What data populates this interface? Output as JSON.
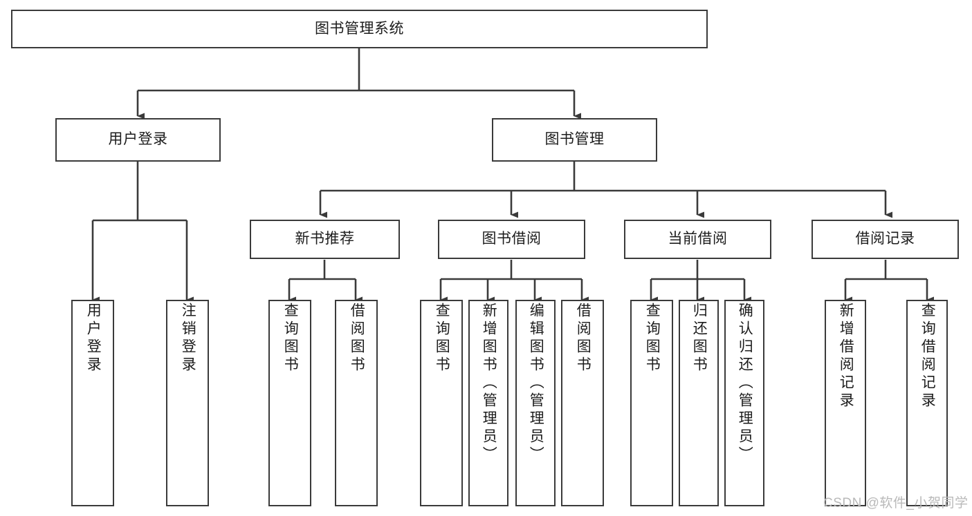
{
  "diagram": {
    "title": "图书管理系统",
    "type": "tree",
    "background_color": "#ffffff",
    "line_color": "#3a3a3a",
    "text_color": "#1c1c1c",
    "watermark": "CSDN @软件_小贺同学",
    "nodes": {
      "root": {
        "label": "图书管理系统"
      },
      "level2": [
        {
          "label": "用户登录"
        },
        {
          "label": "图书管理"
        }
      ],
      "level3": [
        {
          "label": "新书推荐"
        },
        {
          "label": "图书借阅"
        },
        {
          "label": "当前借阅"
        },
        {
          "label": "借阅记录"
        }
      ],
      "leaves": {
        "user_login": [
          {
            "label": "用户登录"
          },
          {
            "label": "注销登录"
          }
        ],
        "new_book": [
          {
            "label": "查询图书"
          },
          {
            "label": "借阅图书"
          }
        ],
        "book_borrow": [
          {
            "label": "查询图书"
          },
          {
            "label": "新增图书（管理员）"
          },
          {
            "label": "编辑图书（管理员）"
          },
          {
            "label": "借阅图书"
          }
        ],
        "current_borrow": [
          {
            "label": "查询图书"
          },
          {
            "label": "归还图书"
          },
          {
            "label": "确认归还（管理员）"
          }
        ],
        "borrow_record": [
          {
            "label": "新增借阅记录"
          },
          {
            "label": "查询借阅记录"
          }
        ]
      }
    }
  }
}
